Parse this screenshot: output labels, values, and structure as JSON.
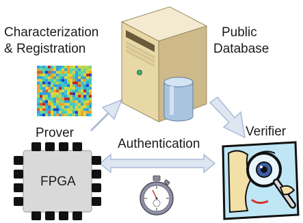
{
  "labels": {
    "characterization": "Characterization",
    "registration": "& Registration",
    "public": "Public",
    "database": "Database",
    "prover": "Prover",
    "verifier": "Verifier",
    "authentication": "Authentication",
    "fpga": "FPGA"
  },
  "colors": {
    "arrow_fill": "#dde6f1",
    "arrow_stroke": "#a9bcd6",
    "server_body": "#e8d8a8",
    "cylinder": "#a9c4de",
    "fpga_body": "#d9d9d9",
    "fpga_pad": "#111111",
    "verifier_bg": "#bfe6f5"
  },
  "icons": {
    "heatmap": "heatmap-image",
    "server": "server-icon",
    "database": "database-cylinder-icon",
    "fpga": "fpga-chip-icon",
    "stopwatch": "stopwatch-icon",
    "verifier": "magnifying-glass-icon"
  }
}
